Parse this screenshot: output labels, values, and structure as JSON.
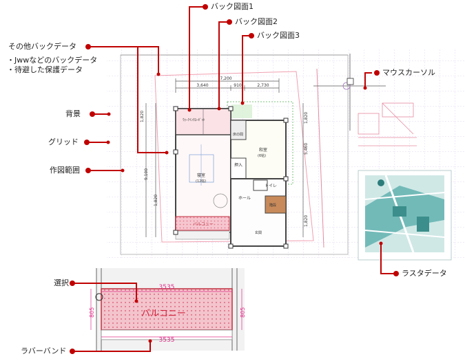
{
  "labels": {
    "back1": "バック図面1",
    "back2": "バック図面2",
    "back3": "バック図面3",
    "other_back": "その他バックデータ",
    "note1": "・Jwwなどのバックデータ",
    "note2": "・待避した保護データ",
    "mouse_cursor": "マウスカーソル",
    "background": "背景",
    "grid": "グリッド",
    "drawing_area": "作図範囲",
    "raster": "ラスタデータ",
    "selection": "選択",
    "rubber_band": "ラバーバンド"
  },
  "plan": {
    "dim_total": "7,200",
    "dim_left": "3,640",
    "dim_mid": "910",
    "dim_right": "2,730",
    "dim_side1": "1,820",
    "dim_side2": "5,460",
    "dim_side3": "1,820",
    "dim_side4": "9,100",
    "dim_side5": "1,820",
    "dim_side6": "1,820",
    "rooms": {
      "closet": "ｳｫｰｸｲﾝｸﾛｰｾﾞｯﾄ",
      "japanese": "和室",
      "japanese_size": "(6帖)",
      "bedroom": "寝室",
      "bedroom_size": "(12帖)",
      "oshiire": "押入",
      "toilet": "トイレ",
      "hall": "ホール",
      "stair": "階段",
      "entrance": "玄関",
      "balcony_small": "バルコニー",
      "toko": "床の間"
    }
  },
  "zoom": {
    "balcony": "バルコニー",
    "dim_top": "3535",
    "dim_bottom": "3535",
    "dim_left": "805",
    "dim_right": "805"
  },
  "colors": {
    "leader": "#c00000",
    "grid": "#c9b8e6",
    "dim_magenta": "#e0308a",
    "balcony_fill": "#f7c7d0",
    "map_water": "#4fa6a4"
  }
}
